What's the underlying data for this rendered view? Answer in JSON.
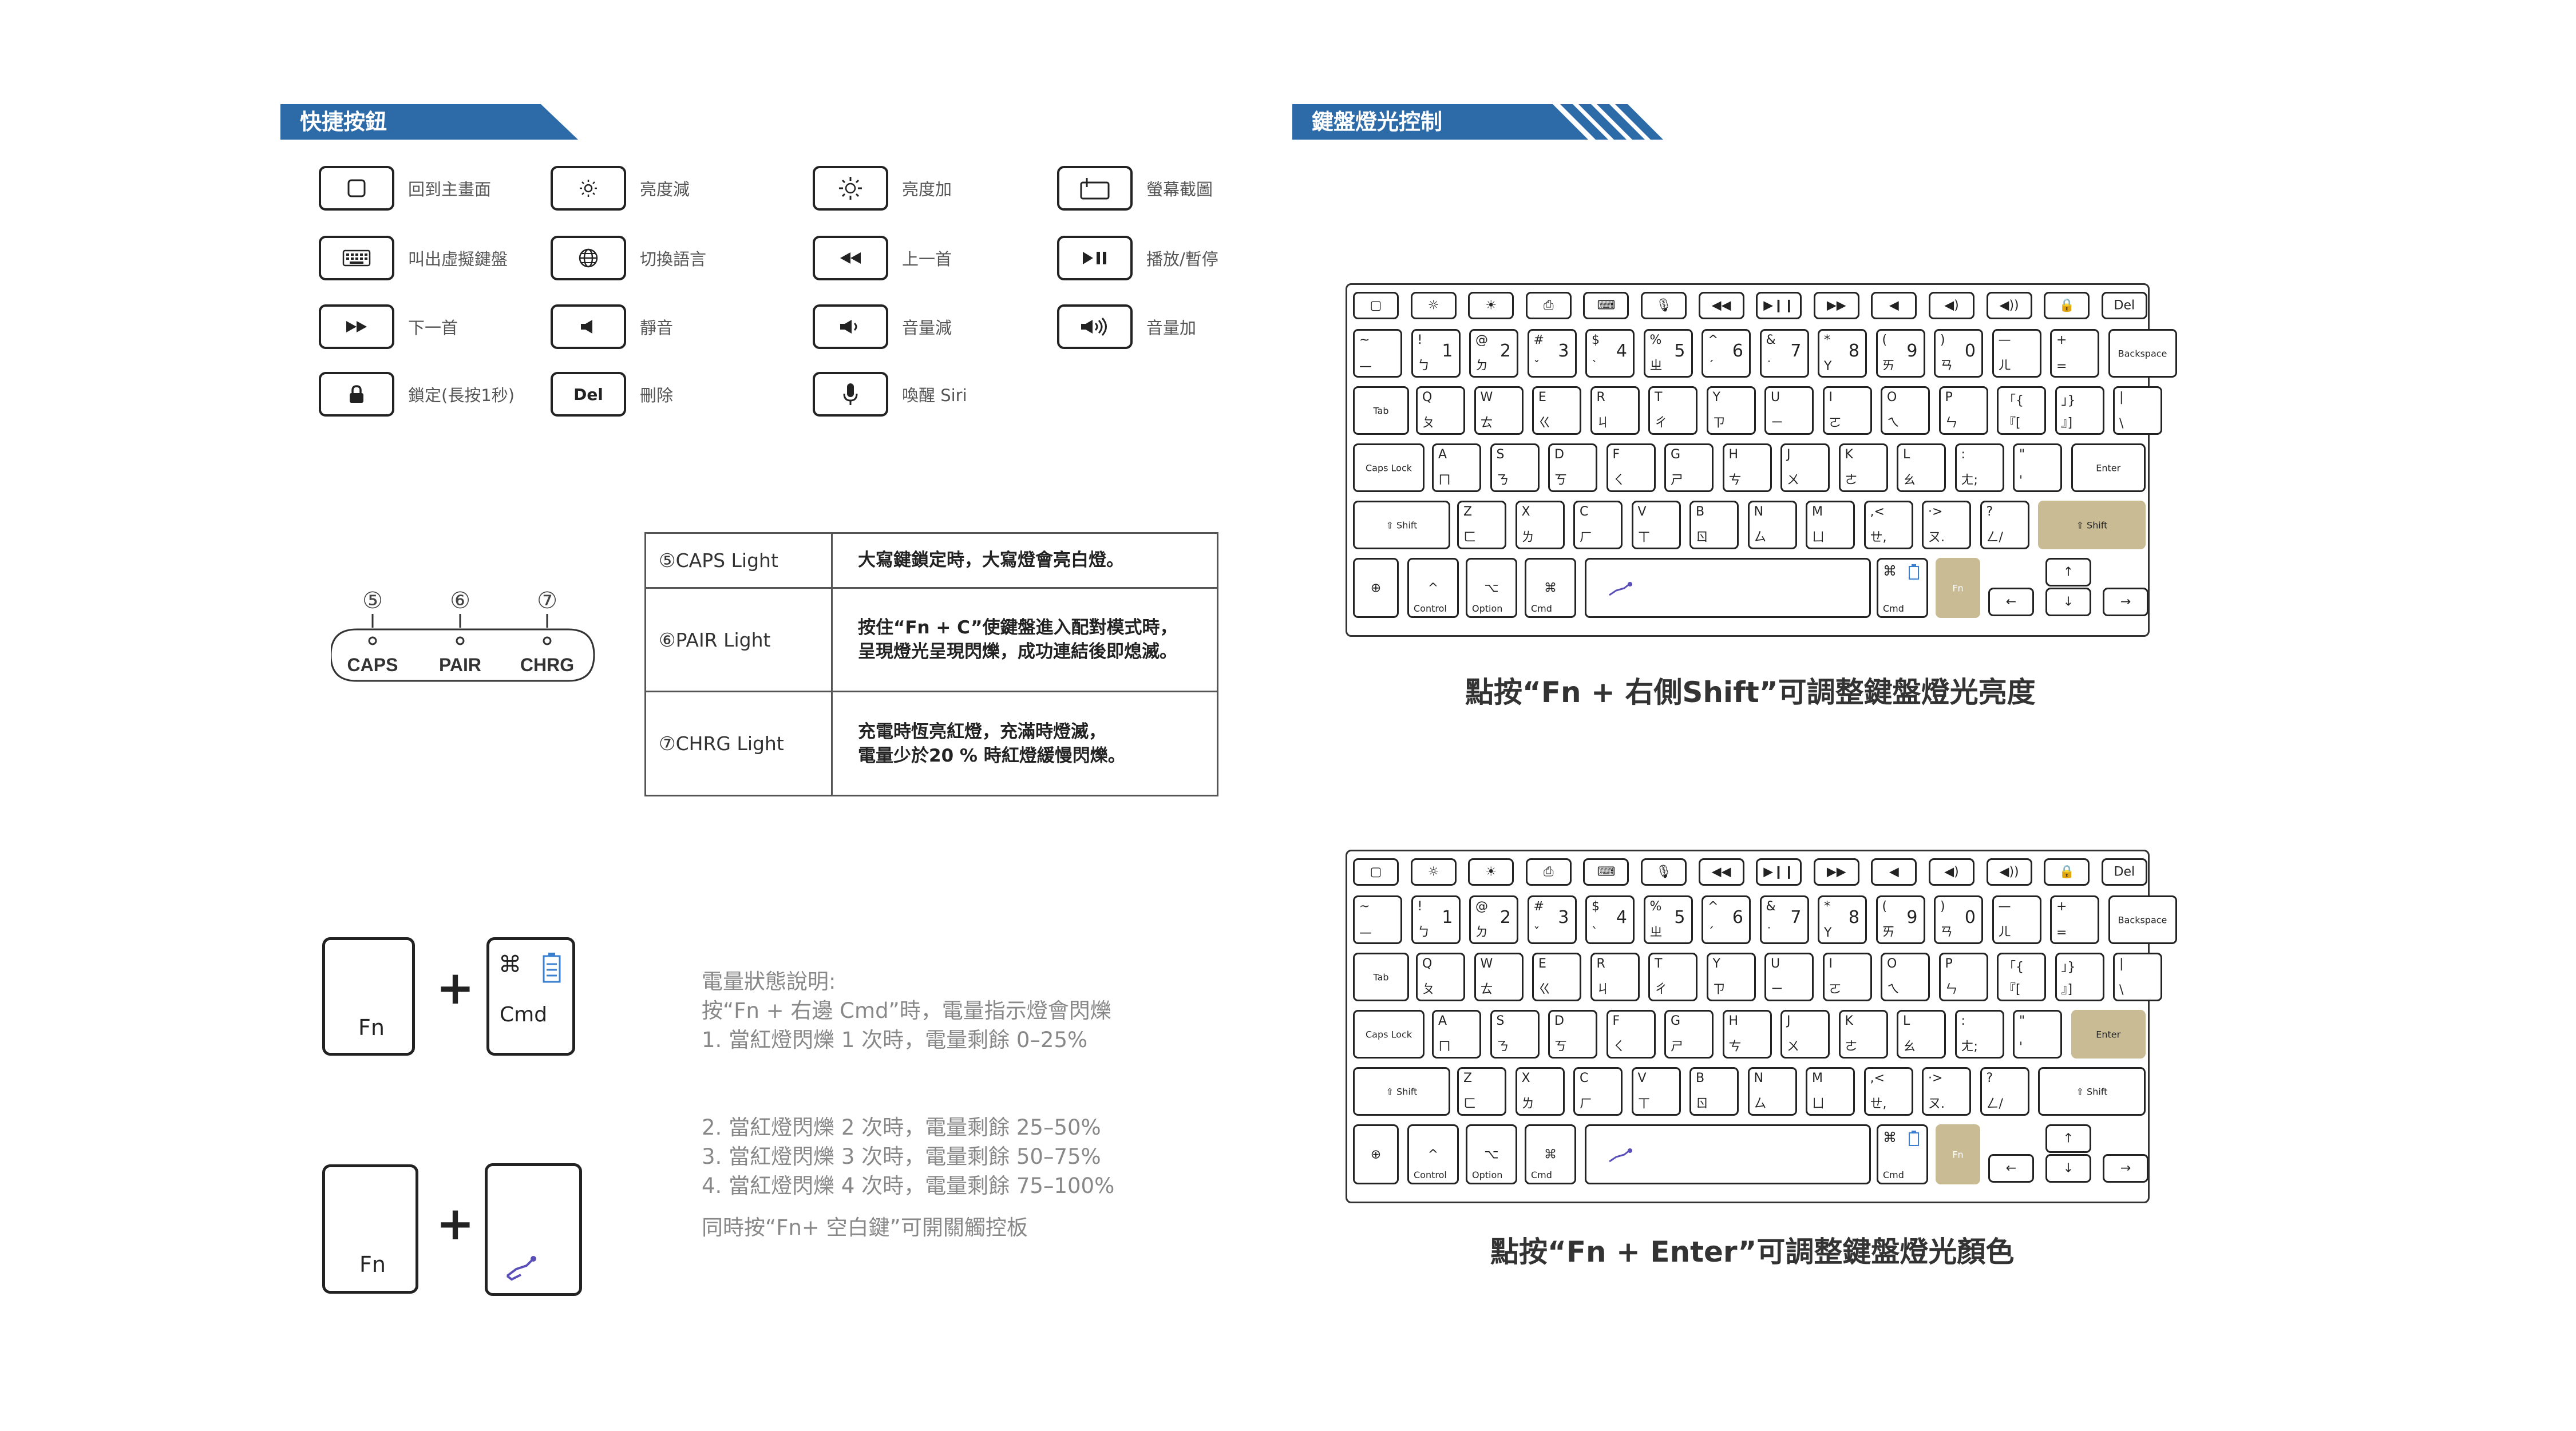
{
  "left_section": {
    "title": "快捷按鈕"
  },
  "right_section": {
    "title": "鍵盤燈光控制"
  },
  "shortcuts": [
    {
      "icon": "home-icon",
      "label": "回到主畫面"
    },
    {
      "icon": "brightness-down-icon",
      "label": "亮度減"
    },
    {
      "icon": "brightness-up-icon",
      "label": "亮度加"
    },
    {
      "icon": "screenshot-icon",
      "label": "螢幕截圖"
    },
    {
      "icon": "virtual-keyboard-icon",
      "label": "叫出虛擬鍵盤"
    },
    {
      "icon": "globe-icon",
      "label": "切換語言"
    },
    {
      "icon": "rewind-icon",
      "label": "上一首"
    },
    {
      "icon": "play-pause-icon",
      "label": "播放/暫停"
    },
    {
      "icon": "fast-forward-icon",
      "label": "下一首"
    },
    {
      "icon": "mute-icon",
      "label": "靜音"
    },
    {
      "icon": "volume-down-icon",
      "label": "音量減"
    },
    {
      "icon": "volume-up-icon",
      "label": "音量加"
    },
    {
      "icon": "lock-icon",
      "label": "鎖定(長按1秒)"
    },
    {
      "icon": "delete-key",
      "key_text": "Del",
      "label": "刪除"
    },
    {
      "icon": "microphone-icon",
      "label": "喚醒 Siri"
    }
  ],
  "led_panel": {
    "numbers": [
      "⑤",
      "⑥",
      "⑦"
    ],
    "labels": [
      "CAPS",
      "PAIR",
      "CHRG"
    ]
  },
  "led_table": [
    {
      "name": "⑤CAPS Light",
      "desc": [
        "大寫鍵鎖定時，大寫燈會亮白燈。"
      ]
    },
    {
      "name": "⑥PAIR Light",
      "desc": [
        "按住“Fn + C”使鍵盤進入配對模式時，",
        "呈現燈光呈現閃爍，成功連結後即熄滅。"
      ]
    },
    {
      "name": "⑦CHRG Light",
      "desc": [
        "充電時恆亮紅燈，充滿時燈滅，",
        "電量少於20 % 時紅燈緩慢閃爍。"
      ]
    }
  ],
  "combo1": {
    "key1": "Fn",
    "plus": "+",
    "key2_symbol": "⌘",
    "key2": "Cmd"
  },
  "combo2": {
    "key1": "Fn",
    "plus": "+"
  },
  "battery_note": {
    "lines": [
      "電量狀態說明:",
      "按“Fn + 右邊 Cmd”時，電量指示燈會閃爍",
      "1. 當紅燈閃爍 1 次時，電量剩餘 0–25%",
      "2. 當紅燈閃爍 2 次時，電量剩餘 25–50%",
      "3. 當紅燈閃爍 3 次時，電量剩餘 50–75%",
      "4. 當紅燈閃爍 4 次時，電量剩餘 75–100%"
    ]
  },
  "touchpad_note": "同時按“Fn+ 空白鍵”可開關觸控板",
  "keyboard1": {
    "caption": "點按“Fn + 右側Shift”可調整鍵盤燈光亮度",
    "highlight": [
      "fn",
      "rshift"
    ]
  },
  "keyboard2": {
    "caption": "點按“Fn + Enter”可調整鍵盤燈光顏色",
    "highlight": [
      "fn",
      "enter"
    ]
  },
  "keyboard_legends": {
    "fn_row": [
      "▢",
      "☼",
      "☀",
      "⎙",
      "⌨",
      "🎙",
      "◀◀",
      "▶❙❙",
      "▶▶",
      "◀",
      "◀)",
      "◀))",
      "🔒",
      "Del"
    ],
    "num_row": [
      {
        "t": "~",
        "b": "—",
        "r": ""
      },
      {
        "t": "!",
        "b": "ㄅ",
        "r": "1"
      },
      {
        "t": "@",
        "b": "ㄉ",
        "r": "2"
      },
      {
        "t": "#",
        "b": "ˇ",
        "r": "3"
      },
      {
        "t": "$",
        "b": "ˋ",
        "r": "4"
      },
      {
        "t": "%",
        "b": "ㄓ",
        "r": "5"
      },
      {
        "t": "^",
        "b": "ˊ",
        "r": "6"
      },
      {
        "t": "&",
        "b": "˙",
        "r": "7"
      },
      {
        "t": "*",
        "b": "Y",
        "r": "8"
      },
      {
        "t": "(",
        "b": "ㄞ",
        "r": "9"
      },
      {
        "t": ")",
        "b": "ㄢ",
        "r": "0"
      },
      {
        "t": "—",
        "b": "ㄦ",
        "r": ""
      },
      {
        "t": "+",
        "b": "=",
        "r": ""
      }
    ],
    "backspace": "Backspace",
    "tab": "Tab",
    "q_row": [
      {
        "t": "Q",
        "b": "ㄆ"
      },
      {
        "t": "W",
        "b": "ㄊ"
      },
      {
        "t": "E",
        "b": "ㄍ"
      },
      {
        "t": "R",
        "b": "ㄐ"
      },
      {
        "t": "T",
        "b": "ㄔ"
      },
      {
        "t": "Y",
        "b": "ㄗ"
      },
      {
        "t": "U",
        "b": "ㄧ"
      },
      {
        "t": "I",
        "b": "ㄛ"
      },
      {
        "t": "O",
        "b": "ㄟ"
      },
      {
        "t": "P",
        "b": "ㄣ"
      },
      {
        "t": "「{",
        "b": "『["
      },
      {
        "t": "」}",
        "b": "』]"
      },
      {
        "t": "|",
        "b": "\\"
      }
    ],
    "caps": "Caps Lock",
    "a_row": [
      {
        "t": "A",
        "b": "ㄇ"
      },
      {
        "t": "S",
        "b": "ㄋ"
      },
      {
        "t": "D",
        "b": "ㄎ"
      },
      {
        "t": "F",
        "b": "ㄑ"
      },
      {
        "t": "G",
        "b": "ㄕ"
      },
      {
        "t": "H",
        "b": "ㄘ"
      },
      {
        "t": "J",
        "b": "ㄨ"
      },
      {
        "t": "K",
        "b": "ㄜ"
      },
      {
        "t": "L",
        "b": "ㄠ"
      },
      {
        "t": ":",
        "b": "ㄤ;"
      },
      {
        "t": "\"",
        "b": "'"
      }
    ],
    "enter": "Enter",
    "shift": "⇧ Shift",
    "z_row": [
      {
        "t": "Z",
        "b": "ㄈ"
      },
      {
        "t": "X",
        "b": "ㄌ"
      },
      {
        "t": "C",
        "b": "ㄏ"
      },
      {
        "t": "V",
        "b": "ㄒ"
      },
      {
        "t": "B",
        "b": "ㄖ"
      },
      {
        "t": "N",
        "b": "ㄙ"
      },
      {
        "t": "M",
        "b": "ㄩ"
      },
      {
        "t": "‚<",
        "b": "ㄝ,"
      },
      {
        "t": "·>",
        "b": "ㄡ."
      },
      {
        "t": "?",
        "b": "ㄥ/"
      }
    ],
    "globe": "⊕",
    "control": "Control",
    "option": "Option",
    "cmd": "Cmd",
    "ctrl_sym": "^",
    "opt_sym": "⌥",
    "cmd_sym": "⌘",
    "fn": "Fn",
    "arrows": [
      "←",
      "↑",
      "↓",
      "→"
    ]
  }
}
